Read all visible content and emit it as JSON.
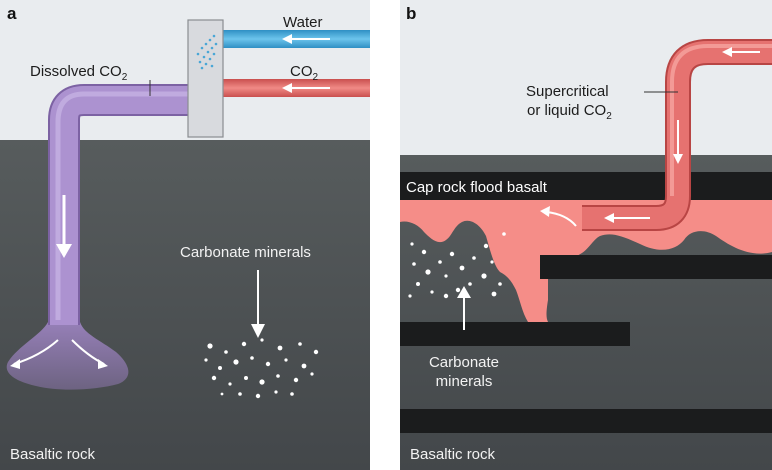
{
  "panel_a": {
    "letter": "a",
    "water_label": "Water",
    "co2_label": {
      "main": "CO",
      "sub": "2"
    },
    "dissolved_label": {
      "main": "Dissolved CO",
      "sub": "2"
    },
    "carbonate_label": "Carbonate minerals",
    "rock_label": "Basaltic rock"
  },
  "panel_b": {
    "letter": "b",
    "supercritical_line1": "Supercritical",
    "supercritical_line2": {
      "main": "or liquid CO",
      "sub": "2"
    },
    "cap_rock_label": "Cap rock flood basalt",
    "carbonate_line1": "Carbonate",
    "carbonate_line2": "minerals",
    "rock_label": "Basaltic rock"
  },
  "colors": {
    "sky": "#e9ecef",
    "rock": "#4f5455",
    "rock_bottom": "#464a4b",
    "purple_pipe": "#a58ac7",
    "water_pipe": "#46a9d9",
    "co2_pipe": "#e06a68",
    "co2_plume": "#f48d88",
    "cap_rock": "#1b1c1d",
    "mixer": "#d8dade"
  }
}
